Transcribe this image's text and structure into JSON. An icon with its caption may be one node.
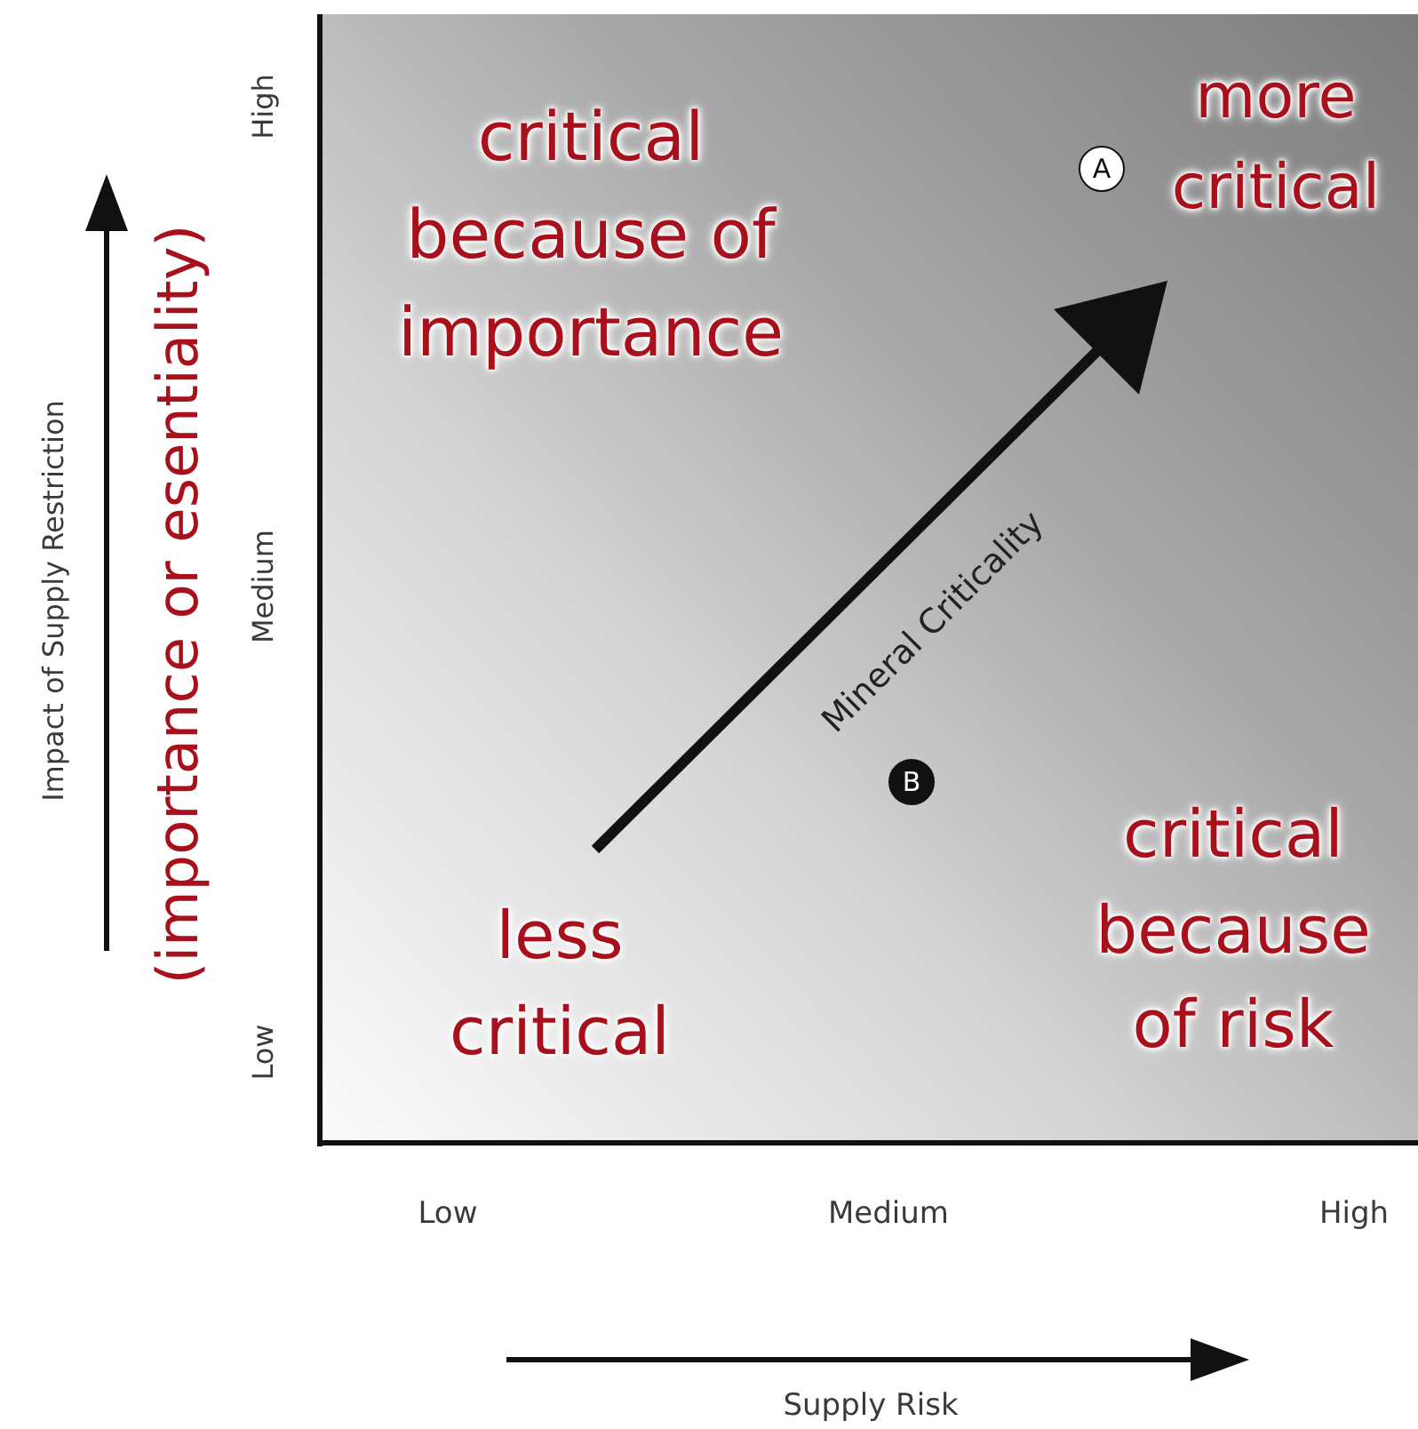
{
  "diagram": {
    "nodes": [
      {
        "text": [
          "A"
        ]
      },
      {
        "text": [
          "B"
        ]
      }
    ],
    "labels": [
      "critical because of importance",
      "more critical",
      "Mineral Criticality",
      "critical because of risk",
      "less critical",
      "(importance or esentiality)",
      "Impact of Supply Restriction",
      "High",
      "Medium",
      "Low",
      "Low",
      "Medium",
      "High",
      "Supply Risk"
    ]
  }
}
